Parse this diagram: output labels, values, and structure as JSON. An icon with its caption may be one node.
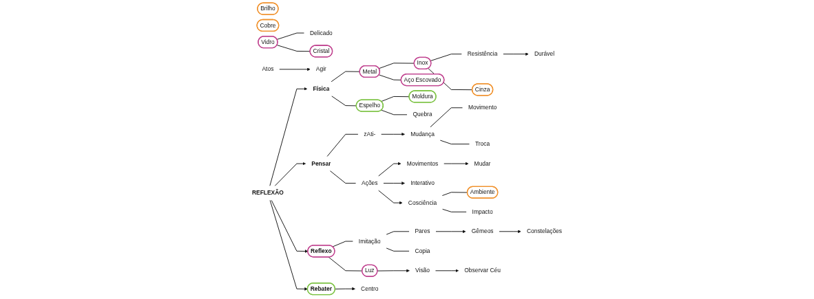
{
  "diagram": {
    "nodes": [
      {
        "text": [
          "Durável"
        ]
      },
      {
        "text": [
          "Resistência"
        ]
      },
      {
        "text": [
          "Brilho"
        ]
      },
      {
        "text": [
          "Cinza"
        ]
      },
      {
        "text": [
          "Inox"
        ]
      },
      {
        "text": [
          "Cobre"
        ]
      },
      {
        "text": [
          "Aço Escovado"
        ]
      },
      {
        "text": [
          "Metal"
        ]
      },
      {
        "text": [
          "Delicado"
        ]
      },
      {
        "text": [
          "Cristal"
        ]
      },
      {
        "text": [
          "Vidro"
        ]
      },
      {
        "text": [
          "Moldura"
        ]
      },
      {
        "text": [
          "Espelho"
        ]
      },
      {
        "text": [
          "Quebra"
        ]
      },
      {
        "text": [
          "Física"
        ]
      },
      {
        "text": [
          "Pensar"
        ]
      },
      {
        "text": [
          "zAti-"
        ]
      },
      {
        "text": [
          "Mudança"
        ]
      },
      {
        "text": [
          "Movimento"
        ]
      },
      {
        "text": [
          "Troca"
        ]
      },
      {
        "text": [
          "Atos"
        ]
      },
      {
        "text": [
          "Agir"
        ]
      },
      {
        "text": [
          "Ações"
        ]
      },
      {
        "text": [
          "Movimentos"
        ]
      },
      {
        "text": [
          "Mudar"
        ]
      },
      {
        "text": [
          "Interativo"
        ]
      },
      {
        "text": [
          "Ambiente"
        ]
      },
      {
        "text": [
          "Cosciência"
        ]
      },
      {
        "text": [
          "Impacto"
        ]
      },
      {
        "text": [
          "REFLEXÃO"
        ]
      },
      {
        "text": [
          "Constelações"
        ]
      },
      {
        "text": [
          "Gêmeos"
        ]
      },
      {
        "text": [
          "Pares"
        ]
      },
      {
        "text": [
          "Imitação"
        ]
      },
      {
        "text": [
          "Copia"
        ]
      },
      {
        "text": [
          "Reflexo"
        ]
      },
      {
        "text": [
          "Rebater"
        ]
      },
      {
        "text": [
          "Centro"
        ]
      },
      {
        "text": [
          "Observar Céu"
        ]
      },
      {
        "text": [
          "Visão"
        ]
      },
      {
        "text": [
          "Luz"
        ]
      }
    ],
    "edges": [
      {
        "from": 1,
        "to": 0,
        "arrow": "to"
      },
      {
        "from": 4,
        "to": 1,
        "arrow": "none"
      },
      {
        "from": 4,
        "to": 3,
        "arrow": "none"
      },
      {
        "from": 7,
        "to": 4,
        "arrow": "none"
      },
      {
        "from": 7,
        "to": 6,
        "arrow": "none"
      },
      {
        "from": 10,
        "to": 8,
        "arrow": "none"
      },
      {
        "from": 10,
        "to": 9,
        "arrow": "none"
      },
      {
        "from": 12,
        "to": 11,
        "arrow": "none"
      },
      {
        "from": 12,
        "to": 13,
        "arrow": "none"
      },
      {
        "from": 14,
        "to": 7,
        "arrow": "none"
      },
      {
        "from": 14,
        "to": 12,
        "arrow": "none"
      },
      {
        "from": 29,
        "to": 14,
        "arrow": "to"
      },
      {
        "from": 29,
        "to": 15,
        "arrow": "to"
      },
      {
        "from": 29,
        "to": 35,
        "arrow": "to"
      },
      {
        "from": 29,
        "to": 36,
        "arrow": "to"
      },
      {
        "from": 15,
        "to": 16,
        "arrow": "none"
      },
      {
        "from": 15,
        "to": 22,
        "arrow": "none"
      },
      {
        "from": 16,
        "to": 17,
        "arrow": "to"
      },
      {
        "from": 17,
        "to": 18,
        "arrow": "none"
      },
      {
        "from": 17,
        "to": 19,
        "arrow": "none"
      },
      {
        "from": 20,
        "to": 21,
        "arrow": "to"
      },
      {
        "from": 22,
        "to": 23,
        "arrow": "to"
      },
      {
        "from": 23,
        "to": 24,
        "arrow": "to"
      },
      {
        "from": 22,
        "to": 25,
        "arrow": "to"
      },
      {
        "from": 22,
        "to": 27,
        "arrow": "to"
      },
      {
        "from": 27,
        "to": 26,
        "arrow": "none"
      },
      {
        "from": 27,
        "to": 28,
        "arrow": "none"
      },
      {
        "from": 32,
        "to": 31,
        "arrow": "to"
      },
      {
        "from": 31,
        "to": 30,
        "arrow": "to"
      },
      {
        "from": 33,
        "to": 32,
        "arrow": "none"
      },
      {
        "from": 33,
        "to": 34,
        "arrow": "none"
      },
      {
        "from": 35,
        "to": 33,
        "arrow": "none"
      },
      {
        "from": 35,
        "to": 40,
        "arrow": "none"
      },
      {
        "from": 40,
        "to": 39,
        "arrow": "to"
      },
      {
        "from": 39,
        "to": 38,
        "arrow": "to"
      },
      {
        "from": 36,
        "to": 37,
        "arrow": "to"
      }
    ]
  }
}
